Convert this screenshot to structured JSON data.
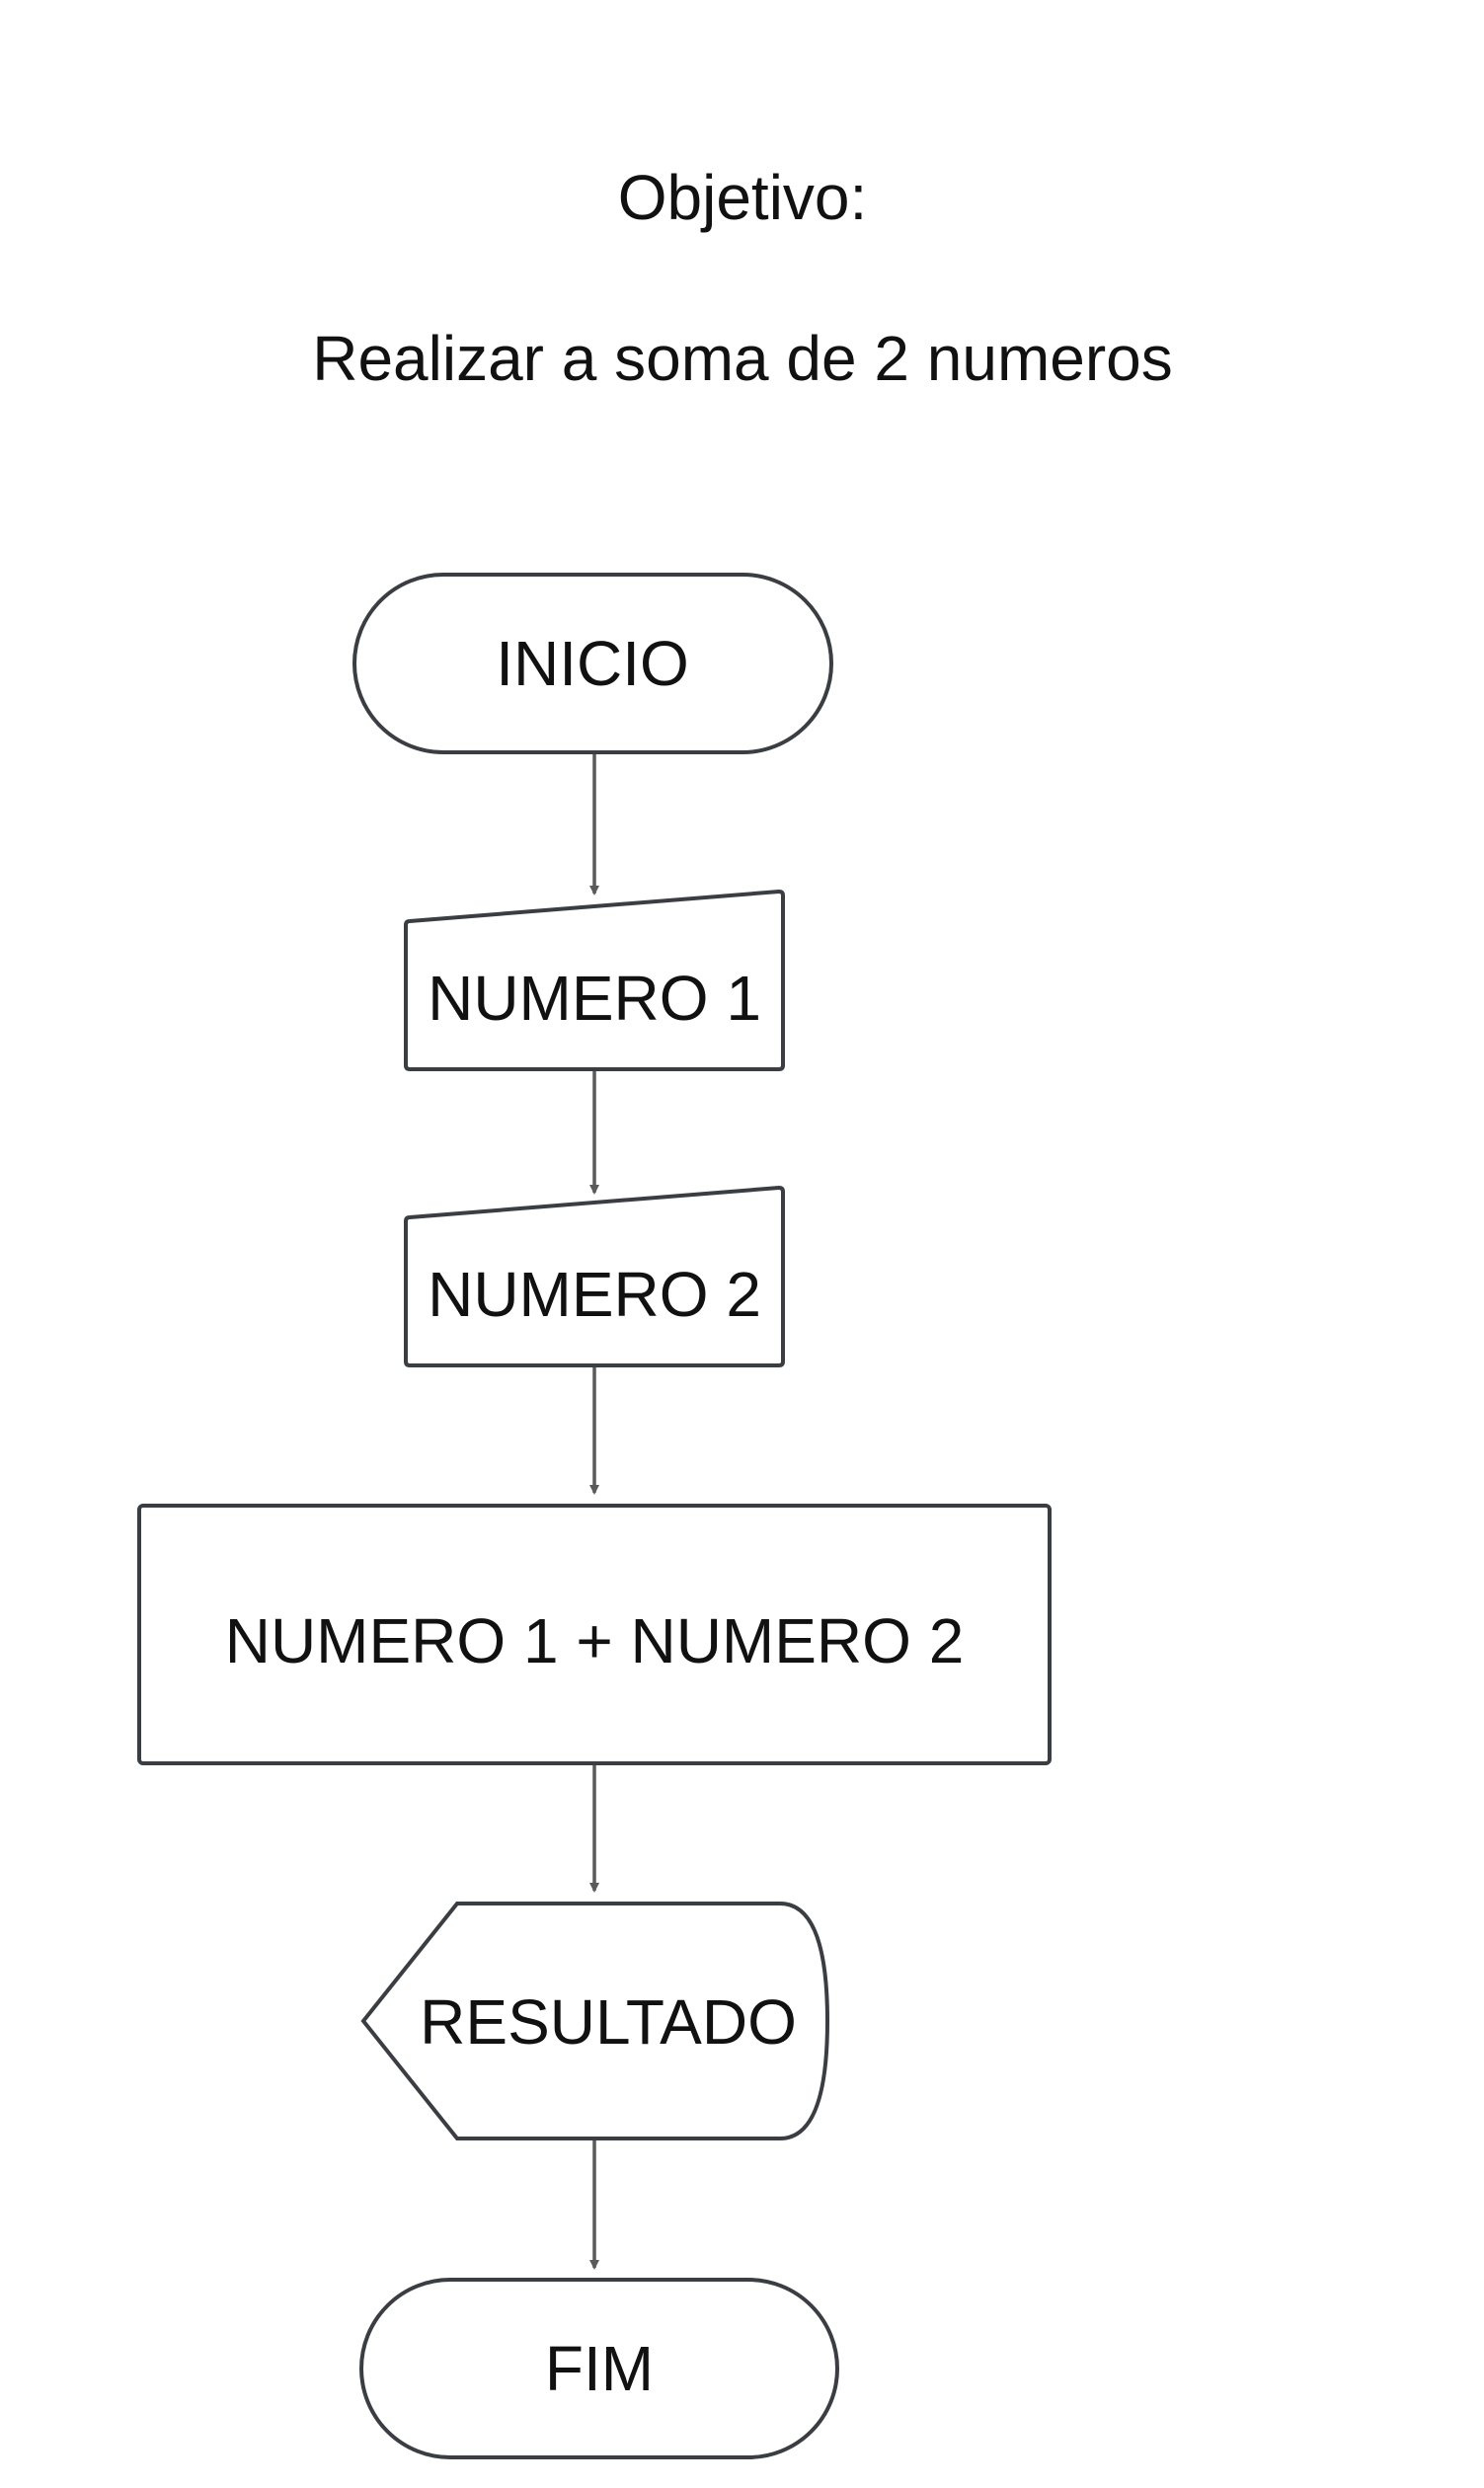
{
  "header": {
    "objective_label": "Objetivo:",
    "objective_text": "Realizar a soma de 2 numeros"
  },
  "flowchart": {
    "nodes": [
      {
        "id": "start",
        "type": "terminator",
        "label": "INICIO"
      },
      {
        "id": "input1",
        "type": "manual-input",
        "label": "NUMERO 1"
      },
      {
        "id": "input2",
        "type": "manual-input",
        "label": "NUMERO 2"
      },
      {
        "id": "process",
        "type": "process",
        "label": "NUMERO 1 + NUMERO 2"
      },
      {
        "id": "output",
        "type": "display",
        "label": "RESULTADO"
      },
      {
        "id": "end",
        "type": "terminator",
        "label": "FIM"
      }
    ],
    "edges": [
      {
        "from": "start",
        "to": "input1"
      },
      {
        "from": "input1",
        "to": "input2"
      },
      {
        "from": "input2",
        "to": "process"
      },
      {
        "from": "process",
        "to": "output"
      },
      {
        "from": "output",
        "to": "end"
      }
    ]
  },
  "colors": {
    "stroke": "#3a3d42",
    "arrow": "#5a5a5a",
    "text": "#111111",
    "background": "#ffffff"
  }
}
